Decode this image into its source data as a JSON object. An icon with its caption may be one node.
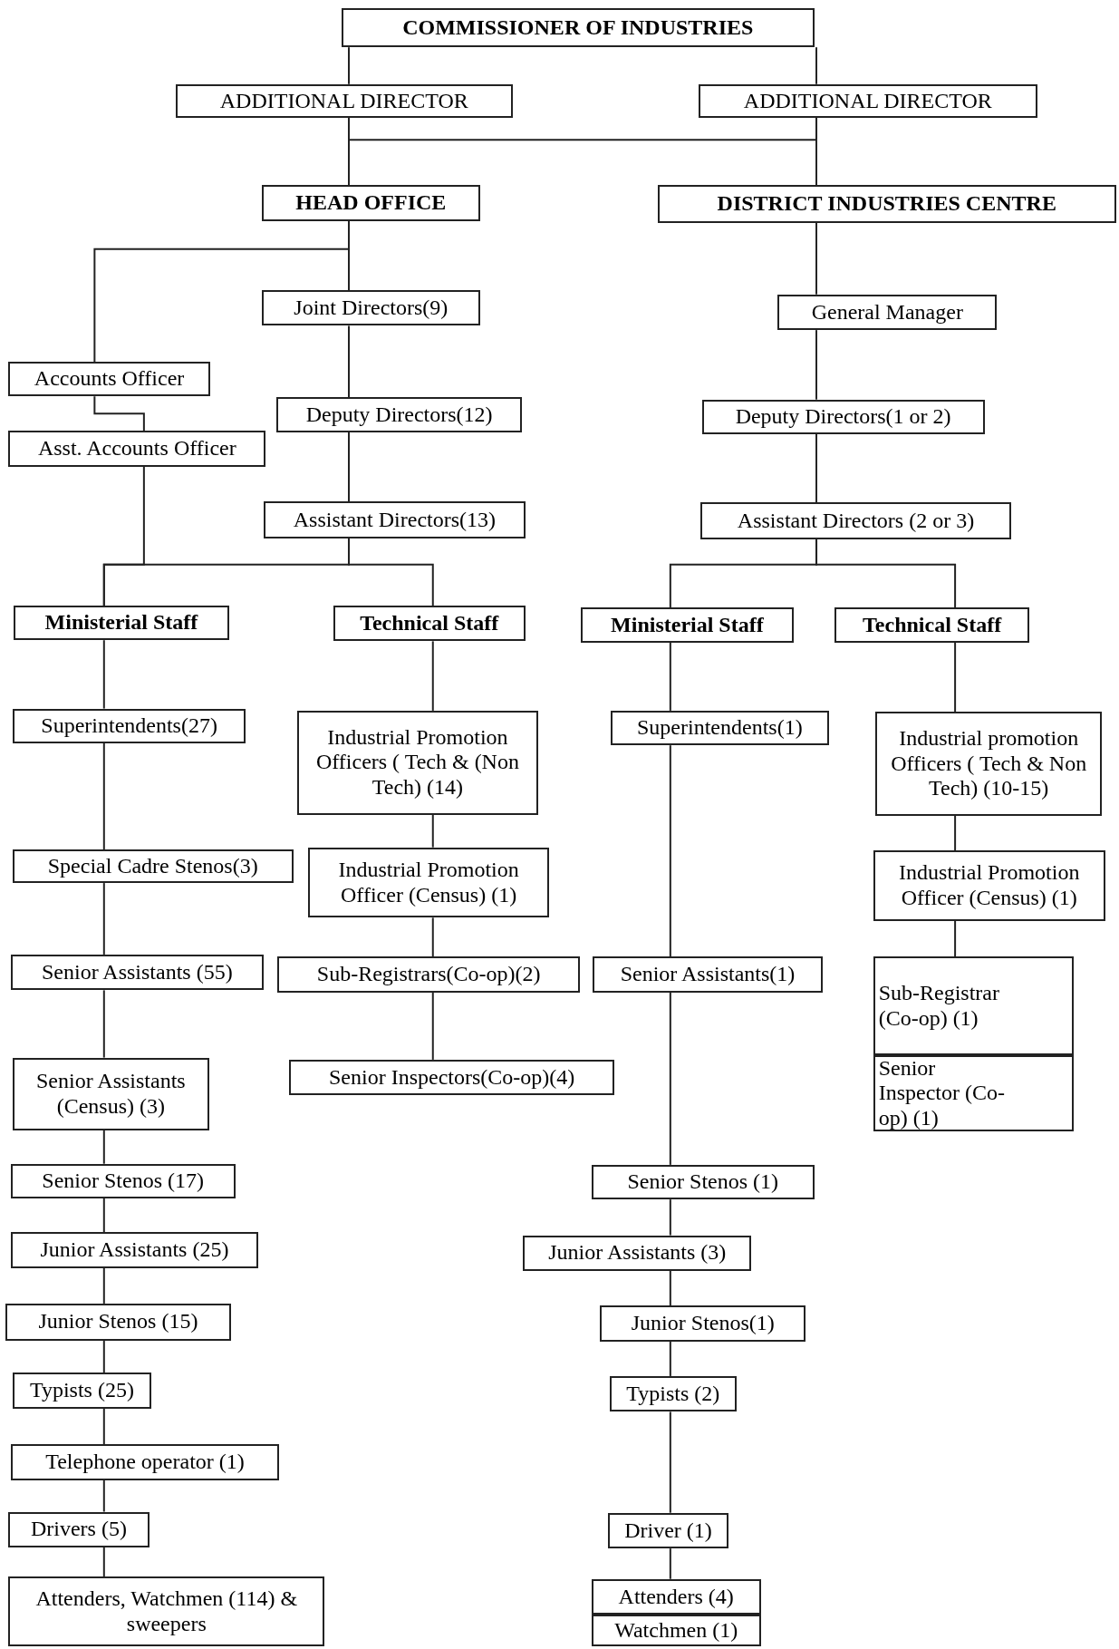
{
  "diagram": {
    "nodes": [
      {
        "text": [
          "COMMISSIONER OF INDUSTRIES"
        ]
      },
      {
        "text": [
          "ADDITIONAL DIRECTOR"
        ]
      },
      {
        "text": [
          "ADDITIONAL DIRECTOR"
        ]
      },
      {
        "text": [
          "HEAD OFFICE"
        ]
      },
      {
        "text": [
          "DISTRICT INDUSTRIES CENTRE"
        ]
      },
      {
        "text": [
          "Joint Directors(9)"
        ]
      },
      {
        "text": [
          "General Manager"
        ]
      },
      {
        "text": [
          "Accounts Officer"
        ]
      },
      {
        "text": [
          "Asst. Accounts Officer"
        ]
      },
      {
        "text": [
          "Deputy Directors(12)"
        ]
      },
      {
        "text": [
          "Deputy Directors(1 or 2)"
        ]
      },
      {
        "text": [
          "Assistant Directors(13)"
        ]
      },
      {
        "text": [
          "Assistant Directors (2 or 3)"
        ]
      },
      {
        "text": [
          "Ministerial Staff"
        ]
      },
      {
        "text": [
          "Technical Staff"
        ]
      },
      {
        "text": [
          "Ministerial Staff"
        ]
      },
      {
        "text": [
          "Technical Staff"
        ]
      },
      {
        "text": [
          "Superintendents(27)"
        ]
      },
      {
        "text": [
          "Industrial Promotion Officers ( Tech & (Non Tech) (14)"
        ]
      },
      {
        "text": [
          "Superintendents(1)"
        ]
      },
      {
        "text": [
          "Industrial promotion Officers ( Tech & Non Tech) (10-15)"
        ]
      },
      {
        "text": [
          "Special Cadre Stenos(3)"
        ]
      },
      {
        "text": [
          "Industrial Promotion Officer (Census) (1)"
        ]
      },
      {
        "text": [
          "Industrial Promotion Officer (Census) (1)"
        ]
      },
      {
        "text": [
          "Senior Assistants (55)"
        ]
      },
      {
        "text": [
          "Sub-Registrars(Co-op)(2)"
        ]
      },
      {
        "text": [
          "Senior Assistants(1)"
        ]
      },
      {
        "text": [
          "Sub-Registrar (Co-op) (1)"
        ]
      },
      {
        "text": [
          "Senior Assistants (Census) (3)"
        ]
      },
      {
        "text": [
          "Senior Inspectors(Co-op)(4)"
        ]
      },
      {
        "text": [
          "Senior Inspector (Co-op) (1)"
        ]
      },
      {
        "text": [
          "Senior Stenos (17)"
        ]
      },
      {
        "text": [
          "Senior Stenos (1)"
        ]
      },
      {
        "text": [
          "Junior Assistants (25)"
        ]
      },
      {
        "text": [
          "Junior Assistants (3)"
        ]
      },
      {
        "text": [
          "Junior Stenos (15)"
        ]
      },
      {
        "text": [
          "Junior Stenos(1)"
        ]
      },
      {
        "text": [
          "Typists (25)"
        ]
      },
      {
        "text": [
          "Typists (2)"
        ]
      },
      {
        "text": [
          "Telephone operator (1)"
        ]
      },
      {
        "text": [
          "Drivers (5)"
        ]
      },
      {
        "text": [
          "Driver (1)"
        ]
      },
      {
        "text": [
          "Attenders, Watchmen (114) & sweepers"
        ]
      },
      {
        "text": [
          "Attenders (4)"
        ]
      },
      {
        "text": [
          "Watchmen (1)"
        ]
      }
    ],
    "edges": [
      {
        "from": 0,
        "to": 1,
        "arrow": "none"
      },
      {
        "from": 0,
        "to": 2,
        "arrow": "none"
      },
      {
        "from": 1,
        "to": 2,
        "arrow": "none"
      },
      {
        "from": 1,
        "to": 3,
        "arrow": "none"
      },
      {
        "from": 2,
        "to": 4,
        "arrow": "none"
      },
      {
        "from": 3,
        "to": 5,
        "arrow": "none"
      },
      {
        "from": 3,
        "to": 7,
        "arrow": "none"
      },
      {
        "from": 7,
        "to": 8,
        "arrow": "none"
      },
      {
        "from": 5,
        "to": 9,
        "arrow": "none"
      },
      {
        "from": 9,
        "to": 11,
        "arrow": "none"
      },
      {
        "from": 11,
        "to": 13,
        "arrow": "none"
      },
      {
        "from": 11,
        "to": 14,
        "arrow": "none"
      },
      {
        "from": 8,
        "to": 13,
        "arrow": "none"
      },
      {
        "from": 4,
        "to": 6,
        "arrow": "none"
      },
      {
        "from": 6,
        "to": 10,
        "arrow": "none"
      },
      {
        "from": 10,
        "to": 12,
        "arrow": "none"
      },
      {
        "from": 12,
        "to": 15,
        "arrow": "none"
      },
      {
        "from": 12,
        "to": 16,
        "arrow": "none"
      },
      {
        "from": 13,
        "to": 17,
        "arrow": "none"
      },
      {
        "from": 17,
        "to": 21,
        "arrow": "none"
      },
      {
        "from": 21,
        "to": 24,
        "arrow": "none"
      },
      {
        "from": 24,
        "to": 28,
        "arrow": "none"
      },
      {
        "from": 28,
        "to": 31,
        "arrow": "none"
      },
      {
        "from": 31,
        "to": 33,
        "arrow": "none"
      },
      {
        "from": 33,
        "to": 35,
        "arrow": "none"
      },
      {
        "from": 35,
        "to": 37,
        "arrow": "none"
      },
      {
        "from": 37,
        "to": 39,
        "arrow": "none"
      },
      {
        "from": 39,
        "to": 40,
        "arrow": "none"
      },
      {
        "from": 40,
        "to": 42,
        "arrow": "none"
      },
      {
        "from": 14,
        "to": 18,
        "arrow": "none"
      },
      {
        "from": 18,
        "to": 22,
        "arrow": "none"
      },
      {
        "from": 22,
        "to": 25,
        "arrow": "none"
      },
      {
        "from": 25,
        "to": 29,
        "arrow": "none"
      },
      {
        "from": 15,
        "to": 19,
        "arrow": "none"
      },
      {
        "from": 19,
        "to": 26,
        "arrow": "none"
      },
      {
        "from": 26,
        "to": 32,
        "arrow": "none"
      },
      {
        "from": 32,
        "to": 34,
        "arrow": "none"
      },
      {
        "from": 34,
        "to": 36,
        "arrow": "none"
      },
      {
        "from": 36,
        "to": 38,
        "arrow": "none"
      },
      {
        "from": 38,
        "to": 41,
        "arrow": "none"
      },
      {
        "from": 41,
        "to": 43,
        "arrow": "none"
      },
      {
        "from": 16,
        "to": 20,
        "arrow": "none"
      },
      {
        "from": 20,
        "to": 23,
        "arrow": "none"
      },
      {
        "from": 23,
        "to": 27,
        "arrow": "none"
      }
    ]
  }
}
